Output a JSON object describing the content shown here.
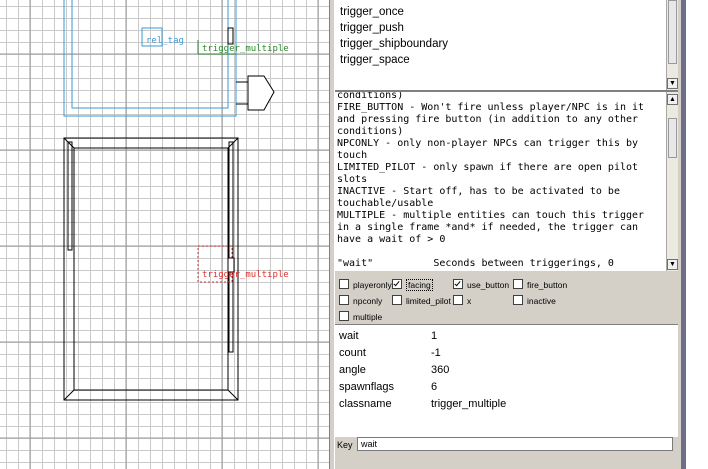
{
  "map": {
    "labels": {
      "rel_tag": "rel_tag",
      "top_trigger": "trigger_multiple",
      "bottom_trigger": "trigger_multiple"
    },
    "colors": {
      "selected": "#e03030",
      "cyan_brush": "#3a9ad8",
      "top_label": "#2a8a2a",
      "black_brush": "#000000"
    }
  },
  "class_list": {
    "items": [
      "trigger_once",
      "trigger_push",
      "trigger_shipboundary",
      "trigger_space"
    ]
  },
  "help_text": {
    "lines": [
      "conditions)",
      "FIRE_BUTTON - Won't fire unless player/NPC is in it",
      "and pressing fire button (in addition to any other",
      "conditions)",
      "NPCONLY - only non-player NPCs can trigger this by",
      "touch",
      "LIMITED_PILOT - only spawn if there are open pilot",
      "slots",
      "INACTIVE - Start off, has to be activated to be",
      "touchable/usable",
      "MULTIPLE - multiple entities can touch this trigger",
      "in a single frame *and* if needed, the trigger can",
      "have a wait of > 0",
      "",
      "\"wait\"          Seconds between triggerings, 0"
    ]
  },
  "flags": [
    {
      "label": "playeronly",
      "checked": false
    },
    {
      "label": "facing",
      "checked": true
    },
    {
      "label": "use_button",
      "checked": true
    },
    {
      "label": "fire_button",
      "checked": false
    },
    {
      "label": "npconly",
      "checked": false
    },
    {
      "label": "limited_pilot",
      "checked": false
    },
    {
      "label": "x",
      "checked": false
    },
    {
      "label": "inactive",
      "checked": false
    },
    {
      "label": "multiple",
      "checked": false
    }
  ],
  "keyvalues": [
    {
      "key": "wait",
      "value": "1"
    },
    {
      "key": "count",
      "value": "-1"
    },
    {
      "key": "angle",
      "value": "360"
    },
    {
      "key": "spawnflags",
      "value": "6"
    },
    {
      "key": "classname",
      "value": "trigger_multiple"
    }
  ],
  "key_field": {
    "label": "Key",
    "value": "wait"
  },
  "scroll_arrows": {
    "up": "▲",
    "down": "▼"
  }
}
